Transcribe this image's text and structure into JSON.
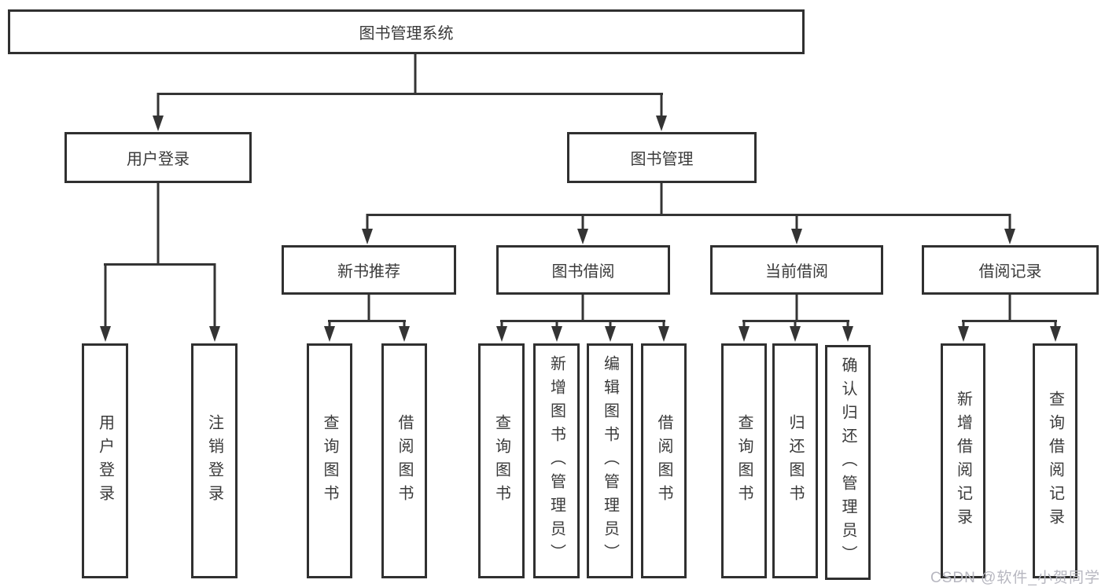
{
  "colors": {
    "background": "#ffffff",
    "line": "#343434",
    "box_border": "#303030",
    "text": "#3a3a3a",
    "watermark": "#b7b7c0"
  },
  "watermark": "CSDN @软件_小贺同学",
  "tree": {
    "root": "图书管理系统",
    "level2": [
      {
        "label": "用户登录"
      },
      {
        "label": "图书管理"
      }
    ],
    "level3": [
      {
        "label": "新书推荐"
      },
      {
        "label": "图书借阅"
      },
      {
        "label": "当前借阅"
      },
      {
        "label": "借阅记录"
      }
    ],
    "leaves": {
      "user_login": [
        "用户登录",
        "注销登录"
      ],
      "new_book": [
        "查询图书",
        "借阅图书"
      ],
      "book_borrow": [
        "查询图书",
        "新增图书（管理员）",
        "编辑图书（管理员）",
        "借阅图书"
      ],
      "current_borrow": [
        "查询图书",
        "归还图书",
        "确认归还（管理员）"
      ],
      "borrow_record": [
        "新增借阅记录",
        "查询借阅记录"
      ]
    }
  }
}
